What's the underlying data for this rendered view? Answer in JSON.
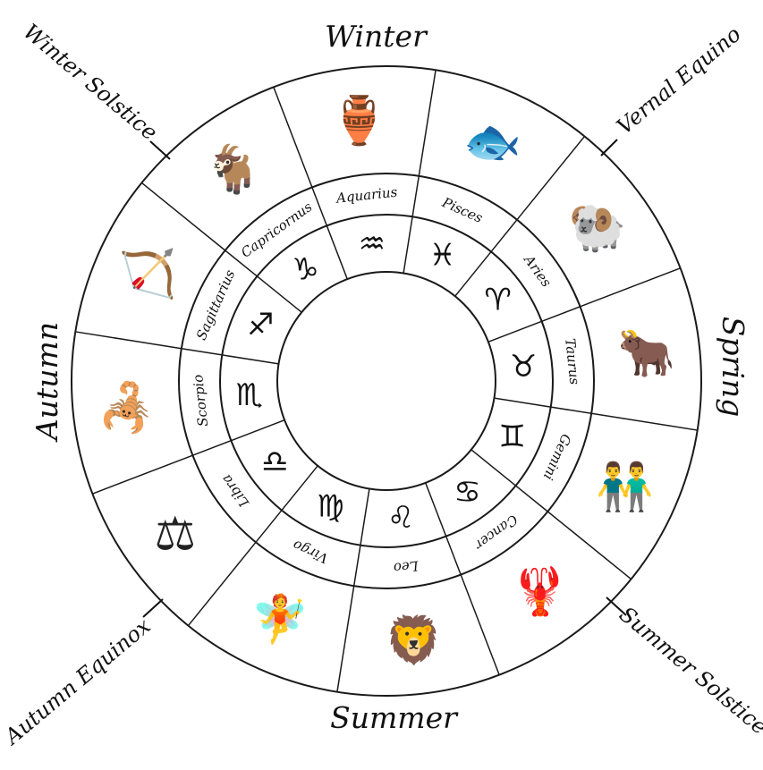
{
  "seasons": {
    "winter": "Winter",
    "spring": "Spring",
    "summer": "Summer",
    "autumn": "Autumn"
  },
  "events": {
    "winter_solstice": "Winter Solstice",
    "vernal_equinox": "Vernal Equino",
    "summer_solstice": "Summer Solstice",
    "autumn_equinox": "Autumn Equinox"
  },
  "signs": [
    {
      "name": "Aquarius",
      "symbol": "♒",
      "icon": "water-bearer-icon"
    },
    {
      "name": "Pisces",
      "symbol": "♓",
      "icon": "fish-icon"
    },
    {
      "name": "Aries",
      "symbol": "♈",
      "icon": "ram-icon"
    },
    {
      "name": "Taurus",
      "symbol": "♉",
      "icon": "bull-icon"
    },
    {
      "name": "Gemini",
      "symbol": "♊",
      "icon": "twins-icon"
    },
    {
      "name": "Cancer",
      "symbol": "♋",
      "icon": "crab-icon"
    },
    {
      "name": "Leo",
      "symbol": "♌",
      "icon": "lion-icon"
    },
    {
      "name": "Virgo",
      "symbol": "♍",
      "icon": "maiden-icon"
    },
    {
      "name": "Libra",
      "symbol": "♎",
      "icon": "scales-icon"
    },
    {
      "name": "Scorpio",
      "symbol": "♏",
      "icon": "scorpion-icon"
    },
    {
      "name": "Sagittarius",
      "symbol": "♐",
      "icon": "archer-icon"
    },
    {
      "name": "Capricornus",
      "symbol": "♑",
      "icon": "goat-icon"
    }
  ],
  "figure_glyphs": {
    "water-bearer-icon": "🏺",
    "fish-icon": "🐟",
    "ram-icon": "🐏",
    "bull-icon": "🐂",
    "twins-icon": "👬",
    "crab-icon": "🦞",
    "lion-icon": "🦁",
    "maiden-icon": "🧚",
    "scales-icon": "⚖",
    "scorpion-icon": "🦂",
    "archer-icon": "🏹",
    "goat-icon": "🐐"
  }
}
